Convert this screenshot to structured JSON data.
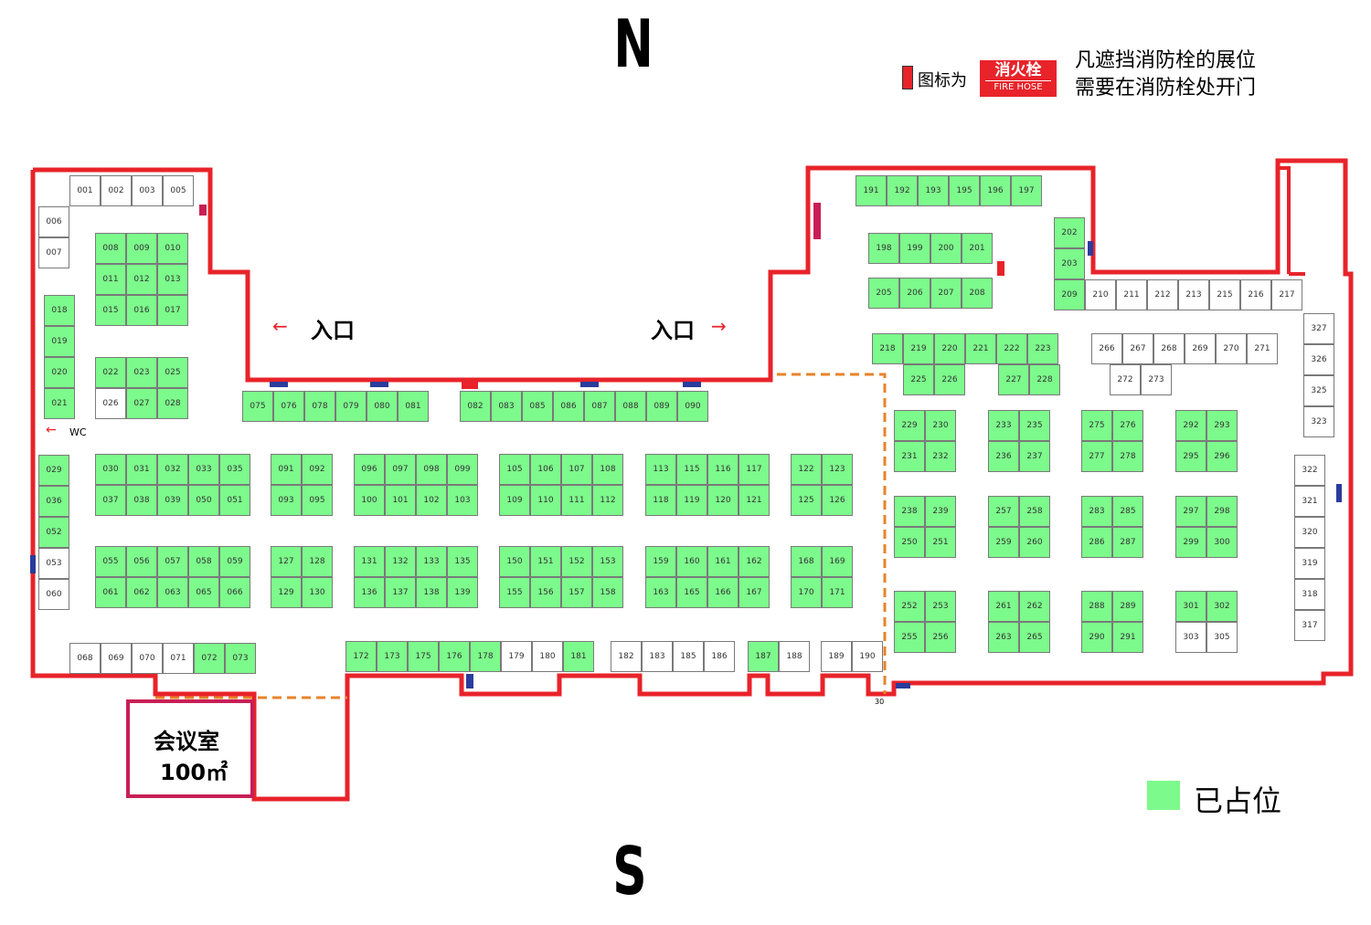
{
  "header": {
    "north": "N",
    "south": "S",
    "icon_prefix": "图标为",
    "hydrant_label": "消火栓",
    "hydrant_sub": "FIRE HOSE",
    "note_line1": "凡遮挡消防栓的展位",
    "note_line2": "需要在消防栓处开门"
  },
  "labels": {
    "entrance_left": "入口",
    "entrance_right": "入口",
    "wc": "WC",
    "meeting_room": "会议室",
    "meeting_area": "100㎡",
    "gate_no": "30"
  },
  "legend": {
    "occupied": "已占位"
  },
  "colors": {
    "wall": "#e8232a",
    "occupied": "#7dfa8c",
    "corridor": "#e8832a",
    "door": "#2a3c9c"
  },
  "booths": [
    [
      "001",
      0
    ],
    [
      "002",
      0
    ],
    [
      "003",
      0
    ],
    [
      "005",
      0
    ],
    [
      "006",
      0
    ],
    [
      "007",
      0
    ],
    [
      "008",
      1
    ],
    [
      "009",
      1
    ],
    [
      "010",
      1
    ],
    [
      "011",
      1
    ],
    [
      "012",
      1
    ],
    [
      "013",
      1
    ],
    [
      "015",
      1
    ],
    [
      "016",
      1
    ],
    [
      "017",
      1
    ],
    [
      "018",
      1
    ],
    [
      "019",
      1
    ],
    [
      "020",
      1
    ],
    [
      "021",
      1
    ],
    [
      "022",
      1
    ],
    [
      "023",
      1
    ],
    [
      "025",
      1
    ],
    [
      "026",
      0
    ],
    [
      "027",
      1
    ],
    [
      "028",
      1
    ],
    [
      "029",
      1
    ],
    [
      "036",
      1
    ],
    [
      "052",
      1
    ],
    [
      "053",
      0
    ],
    [
      "060",
      0
    ],
    [
      "030",
      1
    ],
    [
      "031",
      1
    ],
    [
      "032",
      1
    ],
    [
      "033",
      1
    ],
    [
      "035",
      1
    ],
    [
      "037",
      1
    ],
    [
      "038",
      1
    ],
    [
      "039",
      1
    ],
    [
      "050",
      1
    ],
    [
      "051",
      1
    ],
    [
      "055",
      1
    ],
    [
      "056",
      1
    ],
    [
      "057",
      1
    ],
    [
      "058",
      1
    ],
    [
      "059",
      1
    ],
    [
      "061",
      1
    ],
    [
      "062",
      1
    ],
    [
      "063",
      1
    ],
    [
      "065",
      1
    ],
    [
      "066",
      1
    ],
    [
      "068",
      0
    ],
    [
      "069",
      0
    ],
    [
      "070",
      0
    ],
    [
      "071",
      0
    ],
    [
      "072",
      1
    ],
    [
      "073",
      1
    ],
    [
      "075",
      1
    ],
    [
      "076",
      1
    ],
    [
      "078",
      1
    ],
    [
      "079",
      1
    ],
    [
      "080",
      1
    ],
    [
      "081",
      1
    ],
    [
      "082",
      1
    ],
    [
      "083",
      1
    ],
    [
      "085",
      1
    ],
    [
      "086",
      1
    ],
    [
      "087",
      1
    ],
    [
      "088",
      1
    ],
    [
      "089",
      1
    ],
    [
      "090",
      1
    ],
    [
      "091",
      1
    ],
    [
      "092",
      1
    ],
    [
      "093",
      1
    ],
    [
      "095",
      1
    ],
    [
      "096",
      1
    ],
    [
      "097",
      1
    ],
    [
      "098",
      1
    ],
    [
      "099",
      1
    ],
    [
      "100",
      1
    ],
    [
      "101",
      1
    ],
    [
      "102",
      1
    ],
    [
      "103",
      1
    ],
    [
      "105",
      1
    ],
    [
      "106",
      1
    ],
    [
      "107",
      1
    ],
    [
      "108",
      1
    ],
    [
      "109",
      1
    ],
    [
      "110",
      1
    ],
    [
      "111",
      1
    ],
    [
      "112",
      1
    ],
    [
      "113",
      1
    ],
    [
      "115",
      1
    ],
    [
      "116",
      1
    ],
    [
      "117",
      1
    ],
    [
      "118",
      1
    ],
    [
      "119",
      1
    ],
    [
      "120",
      1
    ],
    [
      "121",
      1
    ],
    [
      "122",
      1
    ],
    [
      "123",
      1
    ],
    [
      "125",
      1
    ],
    [
      "126",
      1
    ],
    [
      "127",
      1
    ],
    [
      "128",
      1
    ],
    [
      "129",
      1
    ],
    [
      "130",
      1
    ],
    [
      "131",
      1
    ],
    [
      "132",
      1
    ],
    [
      "133",
      1
    ],
    [
      "135",
      1
    ],
    [
      "136",
      1
    ],
    [
      "137",
      1
    ],
    [
      "138",
      1
    ],
    [
      "139",
      1
    ],
    [
      "150",
      1
    ],
    [
      "151",
      1
    ],
    [
      "152",
      1
    ],
    [
      "153",
      1
    ],
    [
      "155",
      1
    ],
    [
      "156",
      1
    ],
    [
      "157",
      1
    ],
    [
      "158",
      1
    ],
    [
      "159",
      1
    ],
    [
      "160",
      1
    ],
    [
      "161",
      1
    ],
    [
      "162",
      1
    ],
    [
      "163",
      1
    ],
    [
      "165",
      1
    ],
    [
      "166",
      1
    ],
    [
      "167",
      1
    ],
    [
      "168",
      1
    ],
    [
      "169",
      1
    ],
    [
      "170",
      1
    ],
    [
      "171",
      1
    ],
    [
      "172",
      1
    ],
    [
      "173",
      1
    ],
    [
      "175",
      1
    ],
    [
      "176",
      1
    ],
    [
      "178",
      1
    ],
    [
      "179",
      0
    ],
    [
      "180",
      0
    ],
    [
      "181",
      1
    ],
    [
      "182",
      0
    ],
    [
      "183",
      0
    ],
    [
      "185",
      0
    ],
    [
      "186",
      0
    ],
    [
      "187",
      1
    ],
    [
      "188",
      0
    ],
    [
      "189",
      0
    ],
    [
      "190",
      0
    ],
    [
      "191",
      1
    ],
    [
      "192",
      1
    ],
    [
      "193",
      1
    ],
    [
      "195",
      1
    ],
    [
      "196",
      1
    ],
    [
      "197",
      1
    ],
    [
      "198",
      1
    ],
    [
      "199",
      1
    ],
    [
      "200",
      1
    ],
    [
      "201",
      1
    ],
    [
      "205",
      1
    ],
    [
      "206",
      1
    ],
    [
      "207",
      1
    ],
    [
      "208",
      1
    ],
    [
      "202",
      1
    ],
    [
      "203",
      1
    ],
    [
      "209",
      1
    ],
    [
      "210",
      0
    ],
    [
      "211",
      0
    ],
    [
      "212",
      0
    ],
    [
      "213",
      0
    ],
    [
      "215",
      0
    ],
    [
      "216",
      0
    ],
    [
      "217",
      0
    ],
    [
      "218",
      1
    ],
    [
      "219",
      1
    ],
    [
      "220",
      1
    ],
    [
      "221",
      1
    ],
    [
      "222",
      1
    ],
    [
      "223",
      1
    ],
    [
      "225",
      1
    ],
    [
      "226",
      1
    ],
    [
      "227",
      1
    ],
    [
      "228",
      1
    ],
    [
      "266",
      0
    ],
    [
      "267",
      0
    ],
    [
      "268",
      0
    ],
    [
      "269",
      0
    ],
    [
      "270",
      0
    ],
    [
      "271",
      0
    ],
    [
      "272",
      0
    ],
    [
      "273",
      0
    ],
    [
      "327",
      0
    ],
    [
      "326",
      0
    ],
    [
      "325",
      0
    ],
    [
      "323",
      0
    ],
    [
      "229",
      1
    ],
    [
      "230",
      1
    ],
    [
      "231",
      1
    ],
    [
      "232",
      1
    ],
    [
      "233",
      1
    ],
    [
      "235",
      1
    ],
    [
      "236",
      1
    ],
    [
      "237",
      1
    ],
    [
      "275",
      1
    ],
    [
      "276",
      1
    ],
    [
      "277",
      1
    ],
    [
      "278",
      1
    ],
    [
      "292",
      1
    ],
    [
      "293",
      1
    ],
    [
      "295",
      1
    ],
    [
      "296",
      1
    ],
    [
      "322",
      0
    ],
    [
      "321",
      0
    ],
    [
      "320",
      0
    ],
    [
      "319",
      0
    ],
    [
      "318",
      0
    ],
    [
      "317",
      0
    ],
    [
      "238",
      1
    ],
    [
      "239",
      1
    ],
    [
      "250",
      1
    ],
    [
      "251",
      1
    ],
    [
      "257",
      1
    ],
    [
      "258",
      1
    ],
    [
      "259",
      1
    ],
    [
      "260",
      1
    ],
    [
      "283",
      1
    ],
    [
      "285",
      1
    ],
    [
      "286",
      1
    ],
    [
      "287",
      1
    ],
    [
      "297",
      1
    ],
    [
      "298",
      1
    ],
    [
      "299",
      1
    ],
    [
      "300",
      1
    ],
    [
      "252",
      1
    ],
    [
      "253",
      1
    ],
    [
      "255",
      1
    ],
    [
      "256",
      1
    ],
    [
      "261",
      1
    ],
    [
      "262",
      1
    ],
    [
      "263",
      1
    ],
    [
      "265",
      1
    ],
    [
      "288",
      1
    ],
    [
      "289",
      1
    ],
    [
      "290",
      1
    ],
    [
      "291",
      1
    ],
    [
      "301",
      1
    ],
    [
      "302",
      1
    ],
    [
      "303",
      0
    ],
    [
      "305",
      0
    ]
  ]
}
